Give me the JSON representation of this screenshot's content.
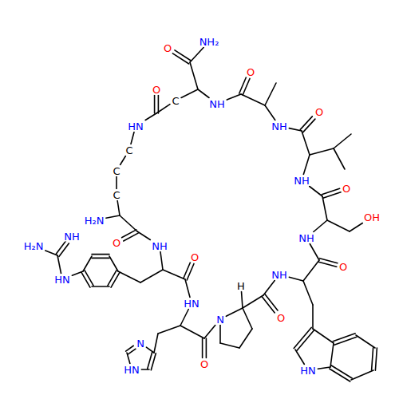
{
  "diagram": {
    "labels": [
      "O",
      "NH₂",
      "O",
      "NH",
      "C",
      "O",
      "O",
      "NH",
      "HN",
      "C",
      "NH",
      "C",
      "O",
      "C",
      "H₂N",
      "OH",
      "NH",
      "H₂N",
      "NH",
      "O",
      "NH",
      "O",
      "O",
      "NH",
      "HN",
      "H",
      "HN",
      "O",
      "N",
      "N",
      "O",
      "HN",
      "HN"
    ]
  }
}
